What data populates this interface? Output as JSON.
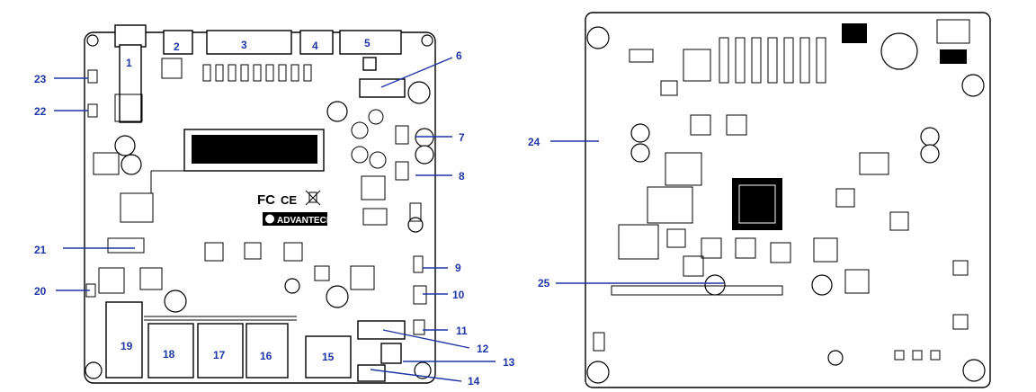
{
  "front_view": {
    "logos": {
      "fcc": "FC",
      "ce": "CE",
      "brand": "ADVANTECH"
    },
    "callouts": [
      "1",
      "2",
      "3",
      "4",
      "5",
      "6",
      "7",
      "8",
      "9",
      "10",
      "11",
      "12",
      "13",
      "14",
      "15",
      "16",
      "17",
      "18",
      "19",
      "20",
      "21",
      "22",
      "23"
    ]
  },
  "back_view": {
    "callouts": [
      "24",
      "25"
    ]
  },
  "colors": {
    "callout": "#1f36a6",
    "board_line": "#000000"
  }
}
